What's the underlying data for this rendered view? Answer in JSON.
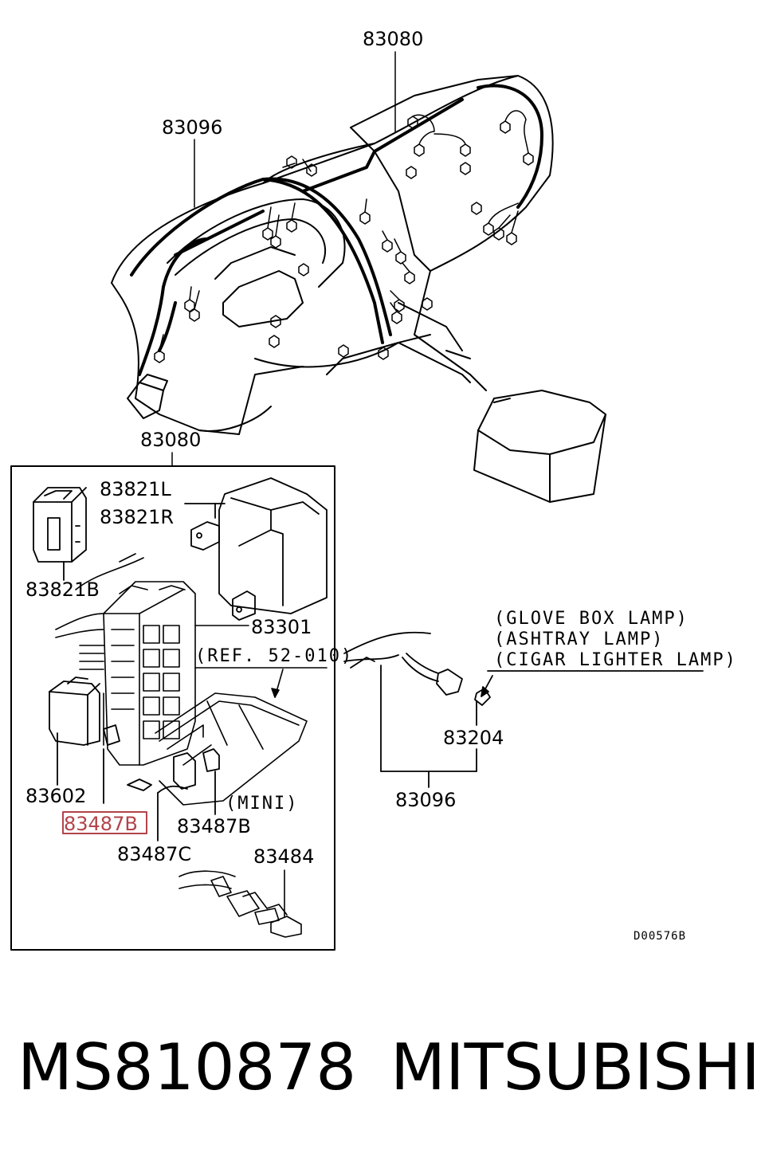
{
  "labels": {
    "top_harness": "83080",
    "dash_harness": "83096",
    "detail_box_title": "83080",
    "relay_l": "83821L",
    "relay_r": "83821R",
    "relay_b": "83821B",
    "junction_block": "83301",
    "ref": "(REF. 52-010)",
    "module": "83602",
    "fuse_highlighted": "83487B",
    "fuse_c": "83487C",
    "fuse_b_mini": "83487B",
    "mini": "(MINI)",
    "connector": "83484",
    "lamp_1": "(GLOVE BOX LAMP)",
    "lamp_2": "(ASHTRAY LAMP)",
    "lamp_3": "(CIGAR LIGHTER LAMP)",
    "bulb": "83204",
    "lamp_harness": "83096",
    "diagram_code": "D00576B"
  },
  "caption": {
    "part_number": "MS810878",
    "brand": "MITSUBISHI"
  },
  "colors": {
    "line": "#000000",
    "highlight": "#b2444a"
  }
}
